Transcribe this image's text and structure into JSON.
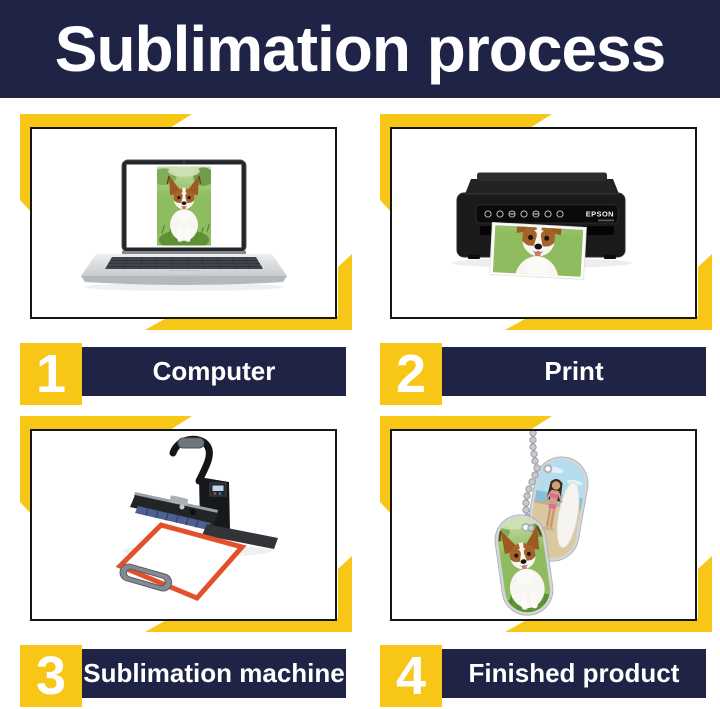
{
  "header": {
    "title": "Sublimation process"
  },
  "theme": {
    "navy": "#1F2346",
    "yellow": "#F8C617",
    "accent_orange": "#E2512B",
    "box_border": "#161616"
  },
  "steps": [
    {
      "number": "1",
      "label": "Computer",
      "illustration": "laptop-displaying-dog-photo"
    },
    {
      "number": "2",
      "label": "Print",
      "illustration": "inkjet-printer-printing-dog-photo",
      "printer_brand": "EPSON"
    },
    {
      "number": "3",
      "label": "Sublimation machine",
      "illustration": "heat-press-machine-with-blank-board"
    },
    {
      "number": "4",
      "label": "Finished product",
      "illustration": "photo-dog-tags-on-ball-chain"
    }
  ]
}
